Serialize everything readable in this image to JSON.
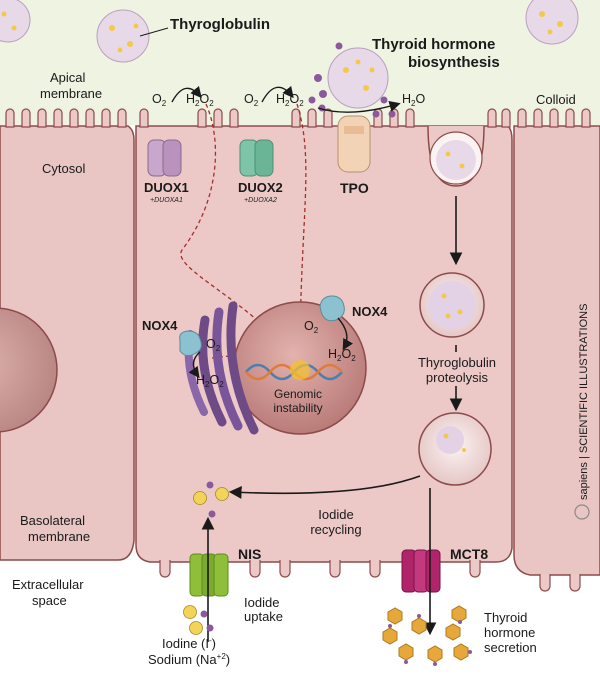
{
  "labels": {
    "thyroglobulin": "Thyroglobulin",
    "biosynthesis_l1": "Thyroid hormone",
    "biosynthesis_l2": "biosynthesis",
    "apical_l1": "Apical",
    "apical_l2": "membrane",
    "colloid": "Colloid",
    "cytosol": "Cytosol",
    "duox1": "DUOX1",
    "duoxa1": "+DUOXA1",
    "duox2": "DUOX2",
    "duoxa2": "+DUOXA2",
    "tpo": "TPO",
    "nox4_left": "NOX4",
    "nox4_right": "NOX4",
    "genomic_l1": "Genomic",
    "genomic_l2": "instability",
    "proteolysis_l1": "Thyroglobulin",
    "proteolysis_l2": "proteolysis",
    "recycling_l1": "Iodide",
    "recycling_l2": "recycling",
    "basolateral_l1": "Basolateral",
    "basolateral_l2": "membrane",
    "extracellular_l1": "Extracellular",
    "extracellular_l2": "space",
    "nis": "NIS",
    "uptake_l1": "Iodide",
    "uptake_l2": "uptake",
    "iodine": "Iodine (I",
    "iodine_sup": "-",
    "iodine_close": ")",
    "sodium": "Sodium (Na",
    "sodium_sup": "+2",
    "sodium_close": ")",
    "mct8": "MCT8",
    "secretion_l1": "Thyroid",
    "secretion_l2": "hormone",
    "secretion_l3": "secretion",
    "watermark": "sapiens | SCIENTIFIC ILLUSTRATIONS"
  },
  "chem": {
    "o": "O",
    "h": "H",
    "two": "2",
    "h2o_h": "H",
    "h2o_o": "O",
    "na": "Na"
  },
  "colors": {
    "colloid": "#eef3e2",
    "cell": "#e9c6c4",
    "cell_edge": "#8c4b4b",
    "nucleus": "#c98e8b",
    "duox1": "#c9a6cc",
    "duox2": "#7ec4a8",
    "tpo": "#f3d3b5",
    "nox4": "#8cc1d0",
    "er": "#6e4a86",
    "nis": "#8fbf3a",
    "mct8": "#b0246a",
    "arrow_red": "#a0302e",
    "hormone": "#e6a83a"
  }
}
